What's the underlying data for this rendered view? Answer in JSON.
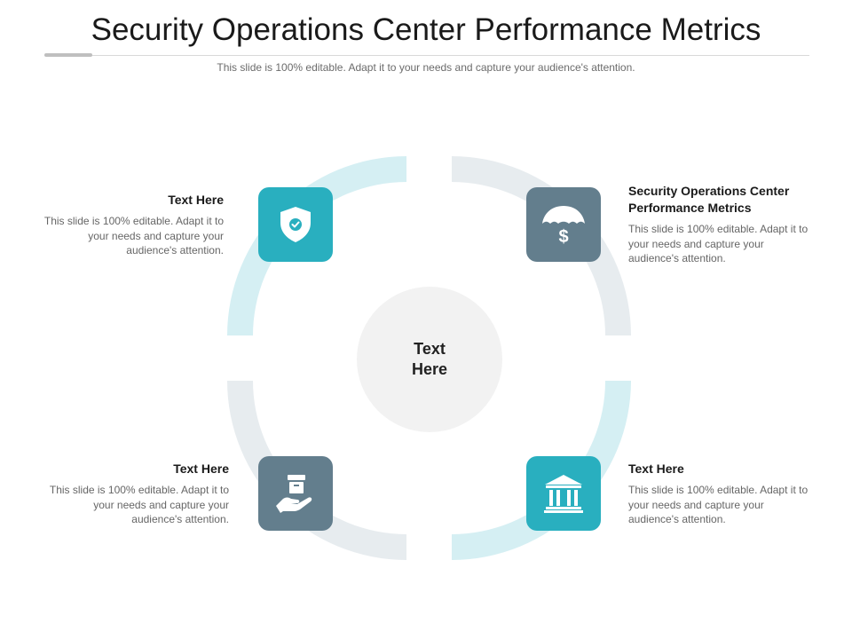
{
  "slide": {
    "title": "Security Operations Center Performance Metrics",
    "subtitle": "This slide is 100% editable. Adapt it to your needs and capture your audience's attention."
  },
  "center": {
    "label": "Text\nHere"
  },
  "colors": {
    "teal": "#29afbf",
    "slate": "#637e8d",
    "ring_light_teal": "#d5eff3",
    "ring_light_gray": "#e7ecef",
    "center_fill": "#f2f2f2"
  },
  "items": [
    {
      "position": "top-left",
      "icon": "shield-check-icon",
      "color": "teal",
      "heading": "Text Here",
      "body": "This slide is 100% editable. Adapt it to your needs and capture your audience's attention."
    },
    {
      "position": "top-right",
      "icon": "umbrella-dollar-icon",
      "color": "slate",
      "heading": "Security Operations Center Performance Metrics",
      "body": "This slide is 100% editable. Adapt it to your needs and capture your audience's attention."
    },
    {
      "position": "bottom-left",
      "icon": "hand-box-icon",
      "color": "slate",
      "heading": "Text Here",
      "body": "This slide is 100% editable. Adapt it to your needs and capture your audience's attention."
    },
    {
      "position": "bottom-right",
      "icon": "bank-icon",
      "color": "teal",
      "heading": "Text Here",
      "body": "This slide is 100% editable. Adapt it to your needs and capture your audience's attention."
    }
  ]
}
